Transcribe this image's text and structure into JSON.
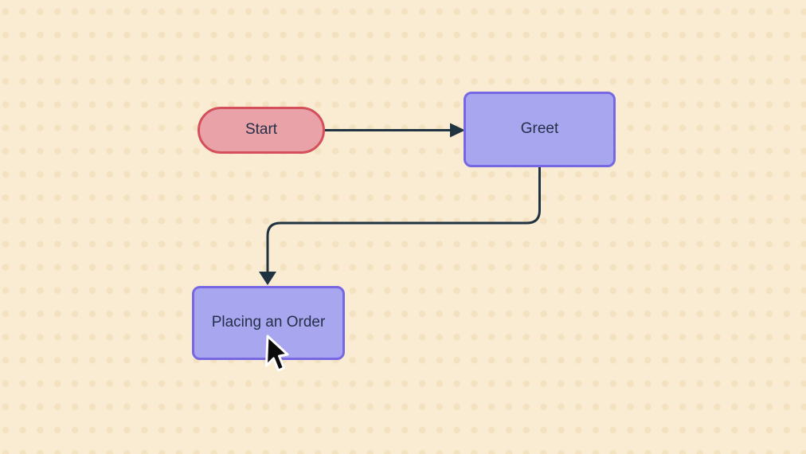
{
  "canvas": {
    "background_color": "#f9ecd3",
    "dot_pattern_color": "#f3e1bf"
  },
  "diagram": {
    "nodes": [
      {
        "id": "start",
        "label": "Start",
        "shape": "stadium",
        "fill": "#eaa2a9",
        "border_color": "#d4515b",
        "text_color": "#233049"
      },
      {
        "id": "greet",
        "label": "Greet",
        "shape": "rounded-rectangle",
        "fill": "#a9a6f0",
        "border_color": "#7767e2",
        "text_color": "#233049"
      },
      {
        "id": "placing-order",
        "label": "Placing an Order",
        "shape": "rounded-rectangle",
        "fill": "#a9a6f0",
        "border_color": "#7767e2",
        "text_color": "#233049"
      }
    ],
    "edges": [
      {
        "from": "start",
        "to": "greet",
        "path_type": "straight-horizontal",
        "color": "#1f3341",
        "arrowhead": "filled-triangle"
      },
      {
        "from": "greet",
        "to": "placing-order",
        "path_type": "rounded-elbow",
        "color": "#1f3341",
        "arrowhead": "filled-triangle"
      }
    ]
  },
  "cursor": {
    "type": "arrow-pointer",
    "over_node": "placing-order"
  }
}
